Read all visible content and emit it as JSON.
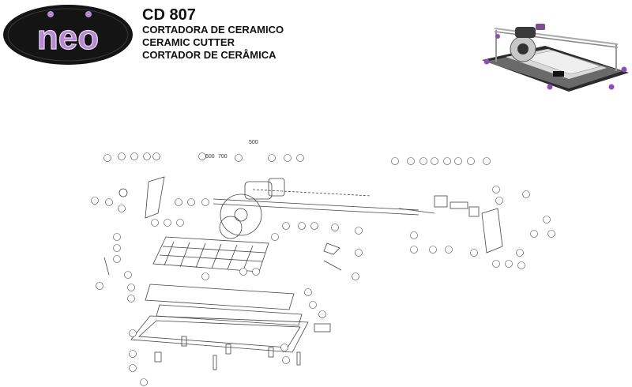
{
  "brand": {
    "logo_text": "neo",
    "colors": {
      "logo_bg": "#141414",
      "logo_letters": "#b58ad0"
    }
  },
  "header": {
    "model": "CD 807",
    "subtitles": [
      "CORTADORA DE CERAMICO",
      "CERAMIC CUTTER",
      "CORTADOR DE CERÂMICA"
    ]
  },
  "diagram": {
    "labels": {
      "l500": "500",
      "l600": "600",
      "l700": "700"
    }
  }
}
